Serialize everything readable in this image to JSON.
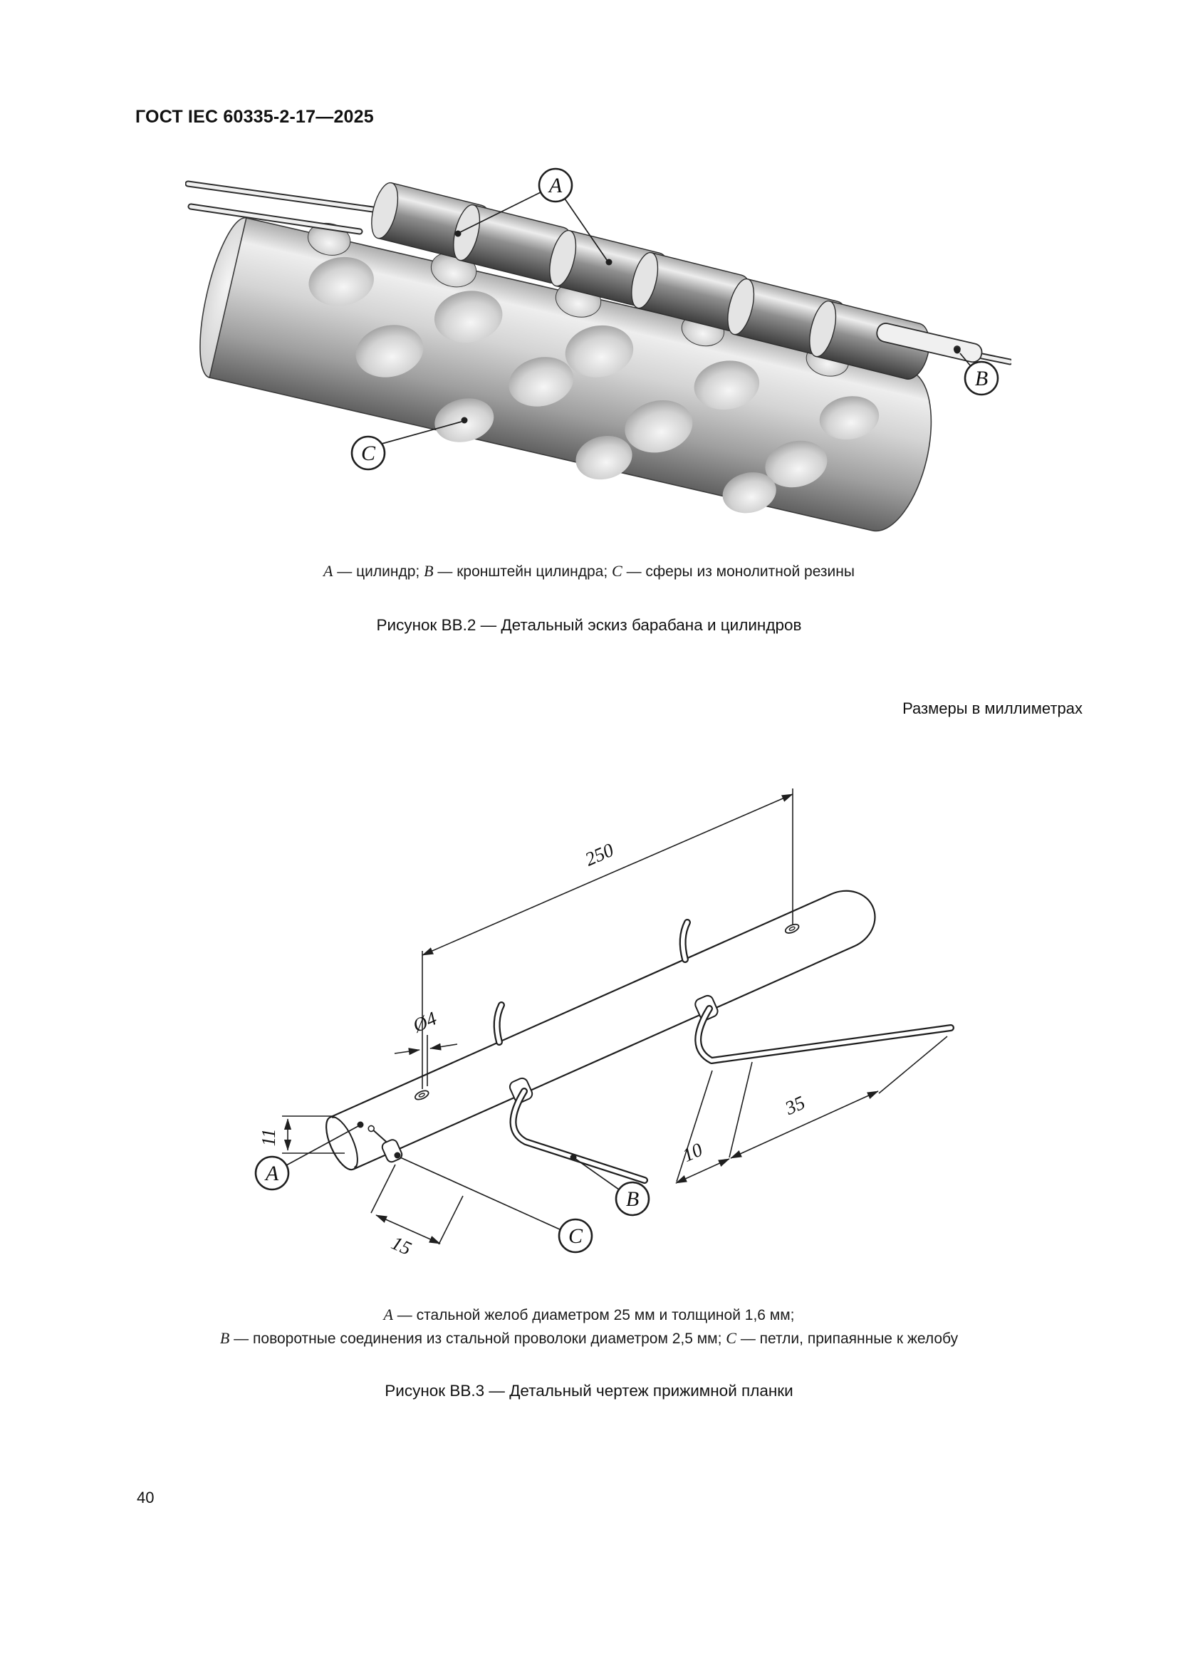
{
  "page": {
    "header": "ГОСТ IEC 60335-2-17—2025",
    "dimensions_note": "Размеры в миллиметрах",
    "page_number": "40"
  },
  "figure_bb2": {
    "callouts": {
      "a": "A",
      "b": "B",
      "c": "C"
    },
    "caption_parts": [
      {
        "t": "A"
      },
      {
        "t": " — цилиндр; "
      },
      {
        "t": "B"
      },
      {
        "t": " — кронштейн цилиндра; "
      },
      {
        "t": "C"
      },
      {
        "t": " — сферы из монолитной резины"
      }
    ],
    "title": "Рисунок ВВ.2 — Детальный эскиз барабана и цилиндров"
  },
  "figure_bb3": {
    "callouts": {
      "a": "A",
      "b": "B",
      "c": "C"
    },
    "dimensions": {
      "length": "250",
      "hole": "Ø4",
      "height": "11",
      "seg35": "35",
      "seg10": "10",
      "seg15": "15"
    },
    "caption_line1_parts": [
      {
        "t": "A"
      },
      {
        "t": " — стальной желоб диаметром 25 мм и толщиной 1,6 мм;"
      }
    ],
    "caption_line2_parts": [
      {
        "t": "B"
      },
      {
        "t": " — поворотные соединения из стальной проволоки диаметром 2,5 мм; "
      },
      {
        "t": "C"
      },
      {
        "t": " — петли, припаянные к желобу"
      }
    ],
    "title": "Рисунок ВВ.3 — Детальный чертеж прижимной планки"
  }
}
